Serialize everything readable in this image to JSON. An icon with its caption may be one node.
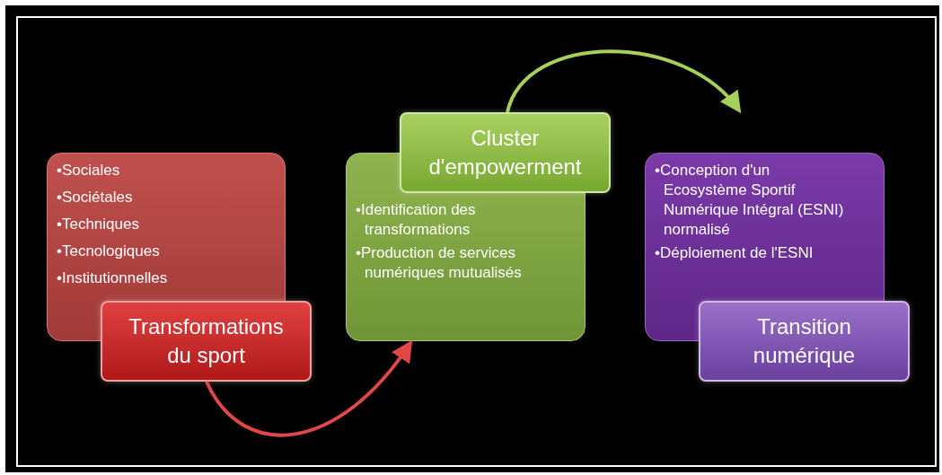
{
  "diagram": {
    "nodes": [
      {
        "text": [
          "•Sociales",
          "•Sociétales",
          "•Techniques",
          "•Tecnologiques",
          "•Institutionnelles"
        ]
      },
      {
        "text": [
          "Transformations du sport"
        ]
      },
      {
        "text": [
          "•Identification des transformations",
          "•Production de services numériques mutualisés"
        ]
      },
      {
        "text": [
          "Cluster d'empowerment"
        ]
      },
      {
        "text": [
          "•Conception d'un Ecosystème Sportif Numérique Intégral (ESNI) normalisé",
          "•Déploiement de l'ESNI"
        ]
      },
      {
        "text": [
          "Transition numérique"
        ]
      }
    ],
    "edges": [
      {
        "from": 1,
        "to": 2,
        "arrow": "to",
        "color": "#e04848"
      },
      {
        "from": 3,
        "to": 4,
        "arrow": "to",
        "color": "#a6d05a"
      }
    ]
  }
}
